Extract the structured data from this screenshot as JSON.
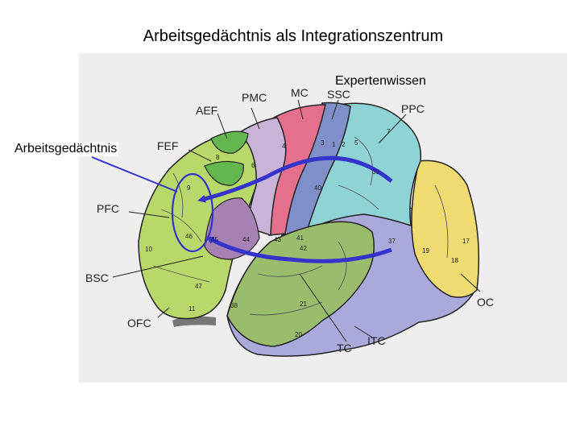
{
  "title": "Arbeitsgedächtnis als Integrationszentrum",
  "callouts": {
    "expert": "Expertenwissen",
    "working_memory": "Arbeitsgedächtnis"
  },
  "regions": {
    "pmc": "PMC",
    "mc": "MC",
    "ssc": "SSC",
    "aef": "AEF",
    "ppc": "PPC",
    "fef": "FEF",
    "pfc": "PFC",
    "bsc": "BSC",
    "ofc": "OFC",
    "tc": "TC",
    "itc": "ITC",
    "oc": "OC"
  },
  "brodmann": {
    "a7": "7",
    "a4": "4",
    "a3": "3",
    "a1": "1",
    "a2": "2",
    "a5": "5",
    "a8": "8",
    "a6": "6",
    "a9": "9",
    "a39": "39",
    "a40": "40",
    "a46": "46",
    "a45": "45",
    "a44": "44",
    "a43": "43",
    "a41": "41",
    "a42": "42",
    "a10": "10",
    "a47": "47",
    "a11": "11",
    "a38": "38",
    "a21": "21",
    "a20": "20",
    "a37": "37",
    "a19": "19",
    "a17": "17",
    "a18": "18"
  },
  "colors": {
    "prefrontal": "#b9d86a",
    "fef": "#63b74f",
    "premotor": "#c9b3d8",
    "motor": "#e66f8e",
    "somatosensory": "#7f8fc8",
    "parietal": "#8fd3d6",
    "occipital": "#f0db70",
    "temporal": "#99bc6d",
    "inferior_temporal": "#a9a9db",
    "broca": "#a780b4",
    "arrow": "#3434cc"
  }
}
